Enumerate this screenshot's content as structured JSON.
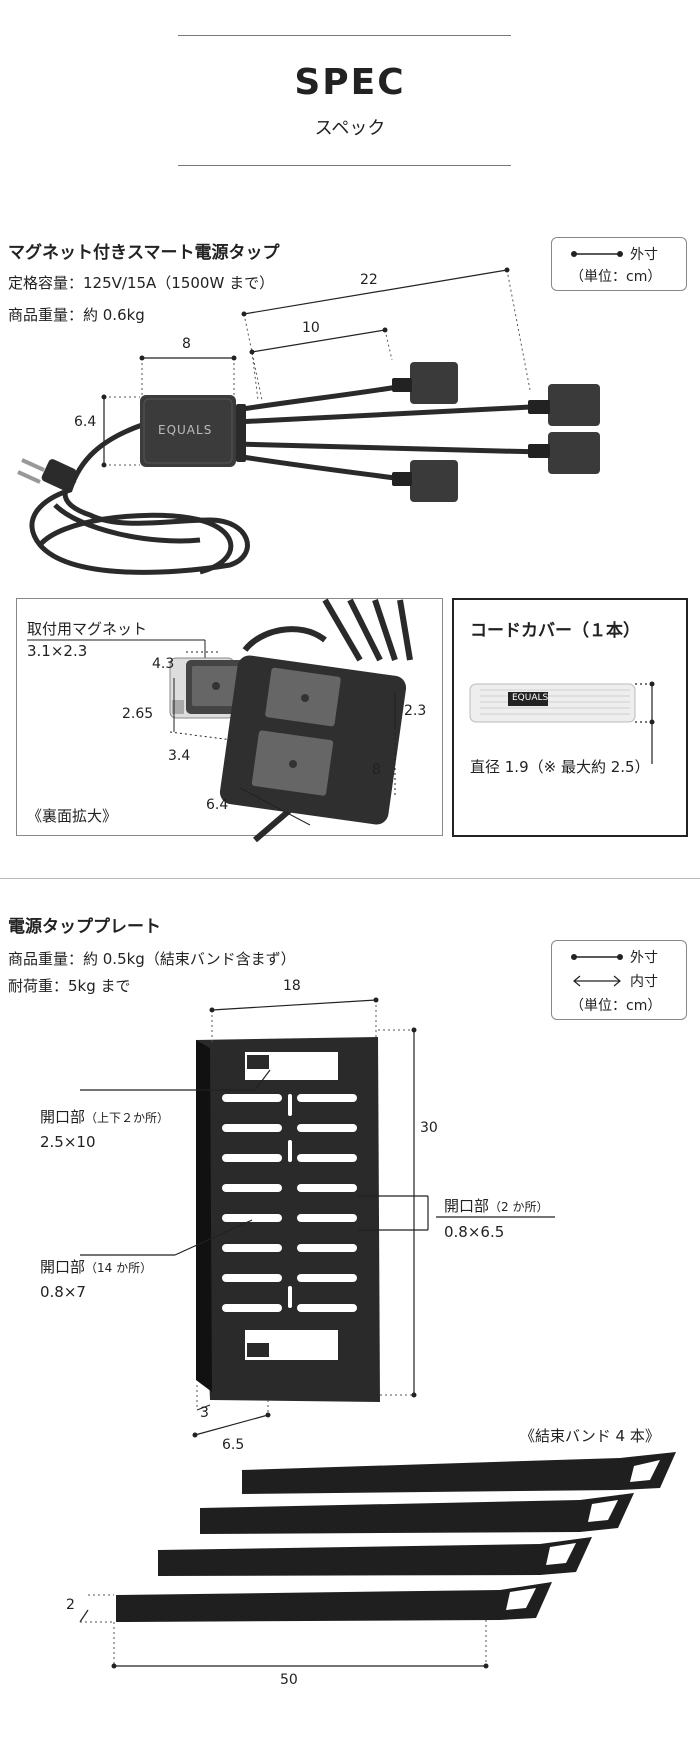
{
  "header": {
    "title": "SPEC",
    "subtitle": "スペック"
  },
  "tap": {
    "title": "マグネット付きスマート電源タップ",
    "rating": "定格容量：125V/15A（1500W まで）",
    "weight": "商品重量：約 0.6kg",
    "legend": {
      "outer": "外寸",
      "unit": "（単位：cm）"
    },
    "dims": {
      "total": "22",
      "branch": "10",
      "width": "8",
      "height": "6.4"
    },
    "brand": "EQUALS"
  },
  "back": {
    "magnet_label": "取付用マグネット",
    "magnet_size": "3.1×2.3",
    "dims": {
      "a": "4.3",
      "b": "2.65",
      "c": "3.4",
      "d": "6.4",
      "e": "8",
      "f": "2.3"
    },
    "caption": "《裏面拡大》"
  },
  "cover": {
    "title": "コードカバー（１本）",
    "brand": "EQUALS",
    "diameter": "直径 1.9（※ 最大約 2.5）"
  },
  "plate": {
    "title": "電源タッププレート",
    "weight": "商品重量：約 0.5kg（結束バンド含まず）",
    "load": "耐荷重：5kg まで",
    "legend": {
      "outer": "外寸",
      "inner": "内寸",
      "unit": "（単位：cm）"
    },
    "dims": {
      "width": "18",
      "height": "30",
      "depth": "3",
      "foot": "6.5"
    },
    "opening1_label": "開口部",
    "opening1_note": "（上下２か所）",
    "opening1_size": "2.5×10",
    "opening2_label": "開口部",
    "opening2_note": "（14 か所）",
    "opening2_size": "0.8×7",
    "opening3_label": "開口部",
    "opening3_note": "（2 か所）",
    "opening3_size": "0.8×6.5"
  },
  "bands": {
    "caption": "《結束バンド 4 本》",
    "dims": {
      "width": "2",
      "length": "50"
    }
  }
}
